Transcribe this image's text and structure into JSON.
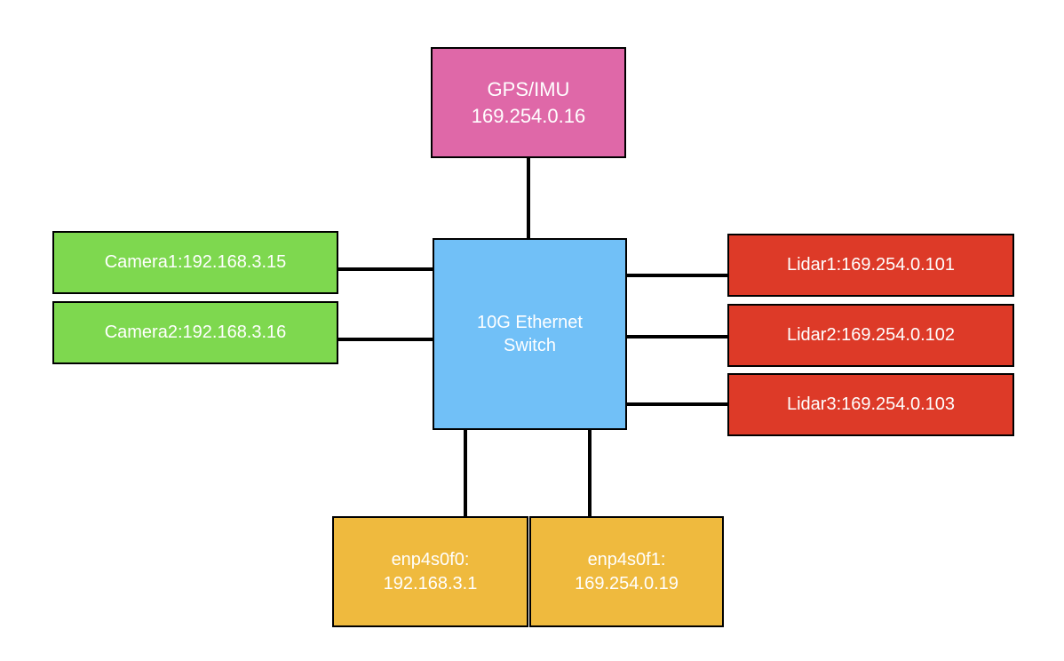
{
  "diagram": {
    "colors": {
      "gps": "#df68a8",
      "switch": "#71c0f7",
      "camera": "#7ed84f",
      "lidar": "#dd3a28",
      "interface": "#efba3e",
      "border": "#000000",
      "text": "#ffffff"
    },
    "nodes": {
      "gps": {
        "line1": "GPS/IMU",
        "line2": "169.254.0.16"
      },
      "switch": {
        "line1": "10G Ethernet",
        "line2": "Switch"
      },
      "camera1": {
        "label": "Camera1:192.168.3.15"
      },
      "camera2": {
        "label": "Camera2:192.168.3.16"
      },
      "lidar1": {
        "label": "Lidar1:169.254.0.101"
      },
      "lidar2": {
        "label": "Lidar2:169.254.0.102"
      },
      "lidar3": {
        "label": "Lidar3:169.254.0.103"
      },
      "enp4s0f0": {
        "line1": "enp4s0f0:",
        "line2": "192.168.3.1"
      },
      "enp4s0f1": {
        "line1": "enp4s0f1:",
        "line2": "169.254.0.19"
      }
    },
    "edges": [
      {
        "from": "gps",
        "to": "switch"
      },
      {
        "from": "camera1",
        "to": "switch"
      },
      {
        "from": "camera2",
        "to": "switch"
      },
      {
        "from": "switch",
        "to": "lidar1"
      },
      {
        "from": "switch",
        "to": "lidar2"
      },
      {
        "from": "switch",
        "to": "lidar3"
      },
      {
        "from": "switch",
        "to": "enp4s0f0"
      },
      {
        "from": "switch",
        "to": "enp4s0f1"
      }
    ]
  }
}
